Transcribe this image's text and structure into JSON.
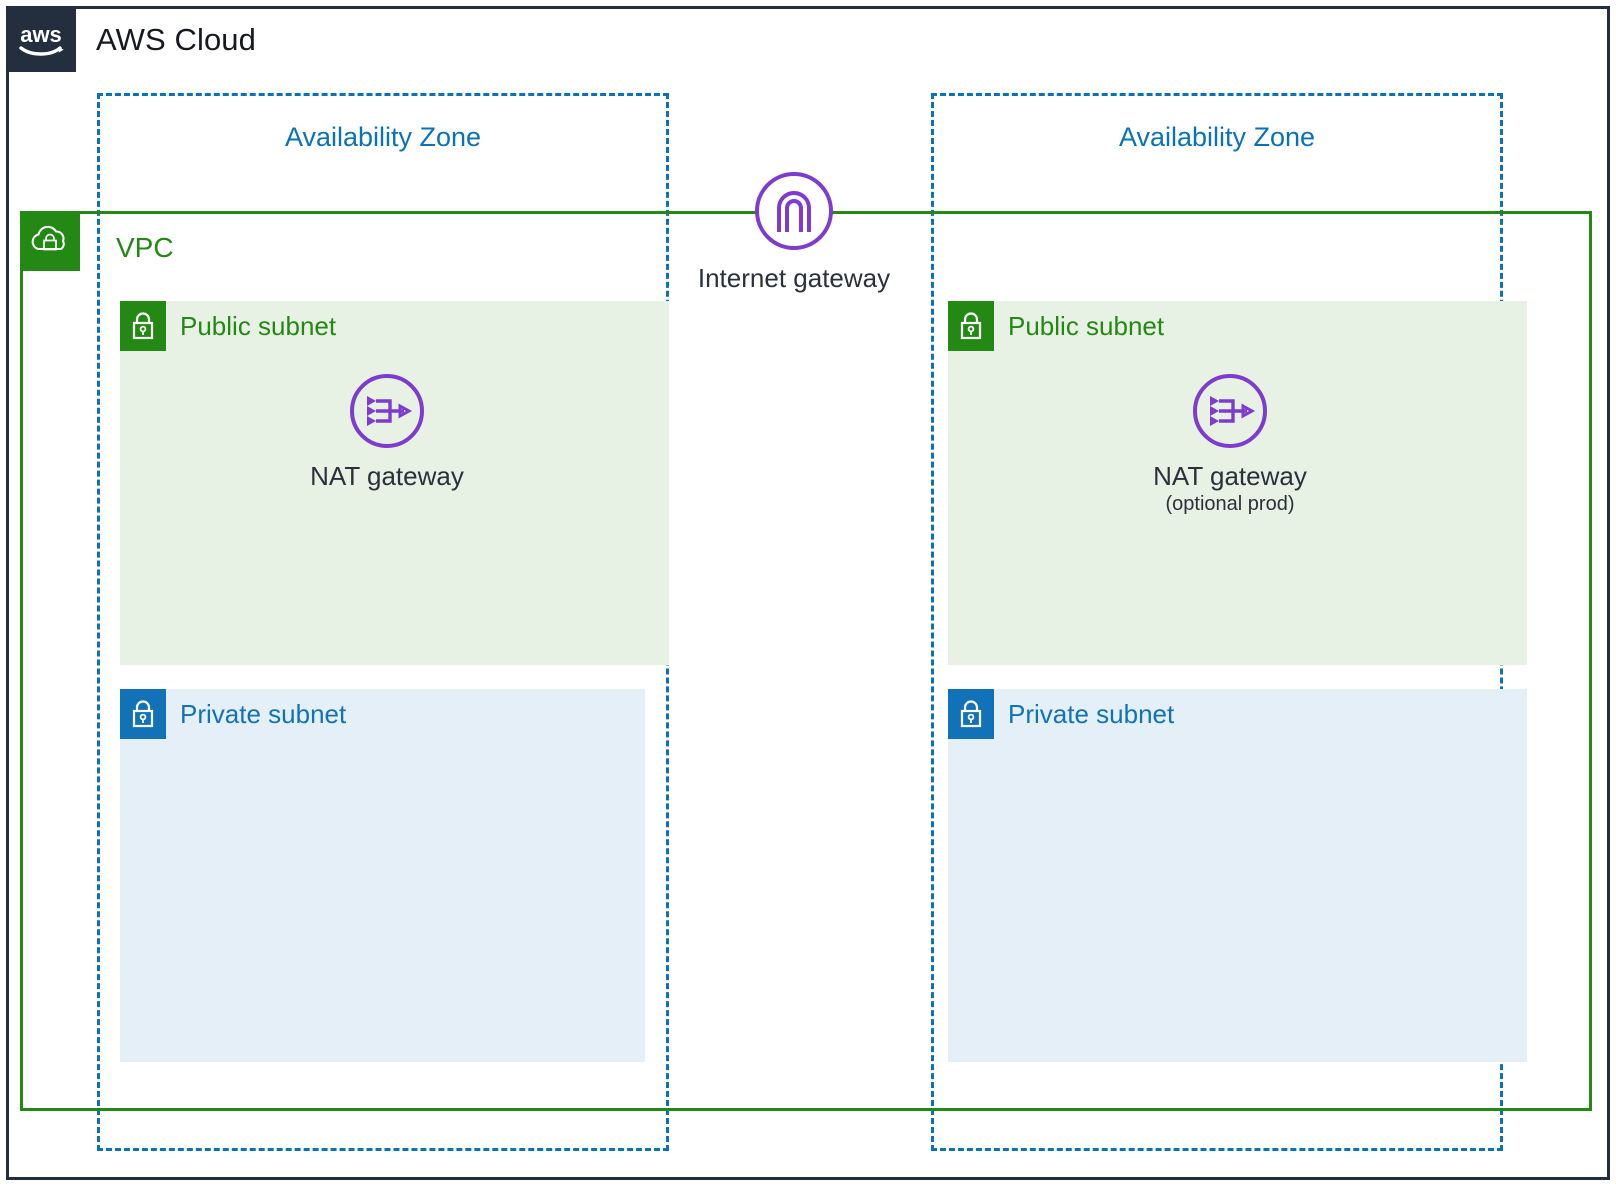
{
  "diagram": {
    "cloud": {
      "title": "AWS Cloud",
      "logo_icon": "aws-logo-icon",
      "border_color": "#232F3E"
    },
    "vpc": {
      "label": "VPC",
      "icon": "vpc-cloud-lock-icon",
      "color": "#248814"
    },
    "availability_zones": [
      {
        "title": "Availability Zone",
        "color": "#0972B8"
      },
      {
        "title": "Availability Zone",
        "color": "#0972B8"
      }
    ],
    "subnets": [
      {
        "label": "Public subnet",
        "type": "public",
        "icon": "padlock-icon",
        "icon_color": "#248814",
        "fill": "#E7F1E4",
        "zone": 0
      },
      {
        "label": "Private subnet",
        "type": "private",
        "icon": "padlock-icon",
        "icon_color": "#1272B7",
        "fill": "#E4EFF7",
        "zone": 0
      },
      {
        "label": "Public subnet",
        "type": "public",
        "icon": "padlock-icon",
        "icon_color": "#248814",
        "fill": "#E7F1E4",
        "zone": 1
      },
      {
        "label": "Private subnet",
        "type": "private",
        "icon": "padlock-icon",
        "icon_color": "#1272B7",
        "fill": "#E4EFF7",
        "zone": 1
      }
    ],
    "nodes": [
      {
        "label": "Internet gateway",
        "sublabel": "",
        "icon": "internet-gateway-icon",
        "icon_color": "#7D3BCF"
      },
      {
        "label": "NAT gateway",
        "sublabel": "",
        "icon": "nat-gateway-icon",
        "icon_color": "#7D3BCF"
      },
      {
        "label": "NAT gateway",
        "sublabel": "(optional prod)",
        "icon": "nat-gateway-icon",
        "icon_color": "#7D3BCF"
      }
    ]
  }
}
